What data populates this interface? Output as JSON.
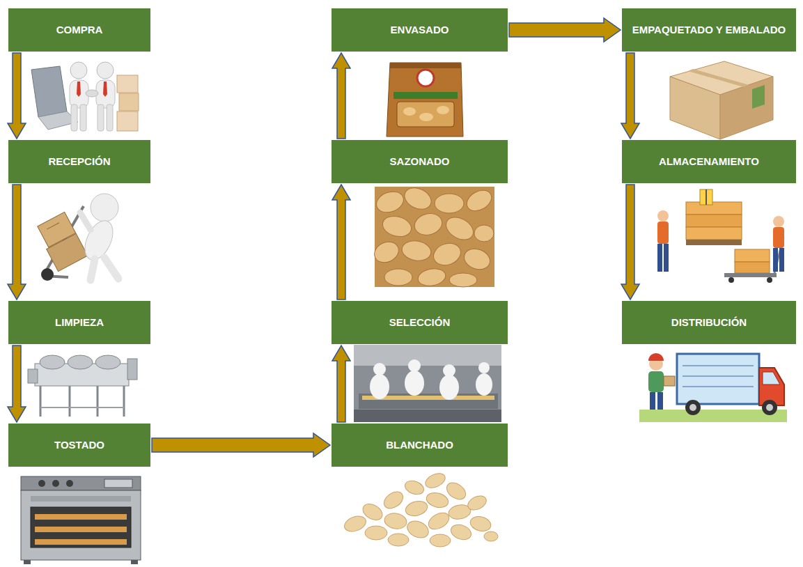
{
  "diagram": {
    "nodes": [
      {
        "text": [
          "COMPRA"
        ]
      },
      {
        "text": [
          "RECEPCIÓN"
        ]
      },
      {
        "text": [
          "LIMPIEZA"
        ]
      },
      {
        "text": [
          "TOSTADO"
        ]
      },
      {
        "text": [
          "BLANCHADO"
        ]
      },
      {
        "text": [
          "SELECCIÓN"
        ]
      },
      {
        "text": [
          "SAZONADO"
        ]
      },
      {
        "text": [
          "ENVASADO"
        ]
      },
      {
        "text": [
          "EMPAQUETADO Y EMBALADO"
        ]
      },
      {
        "text": [
          "ALMACENAMIENTO"
        ]
      },
      {
        "text": [
          "DISTRIBUCIÓN"
        ]
      }
    ],
    "edges": [
      {
        "from": 0,
        "to": 1,
        "arrow": "to"
      },
      {
        "from": 1,
        "to": 2,
        "arrow": "to"
      },
      {
        "from": 2,
        "to": 3,
        "arrow": "to"
      },
      {
        "from": 3,
        "to": 4,
        "arrow": "to"
      },
      {
        "from": 4,
        "to": 5,
        "arrow": "to"
      },
      {
        "from": 5,
        "to": 6,
        "arrow": "to"
      },
      {
        "from": 6,
        "to": 7,
        "arrow": "to"
      },
      {
        "from": 7,
        "to": 8,
        "arrow": "to"
      },
      {
        "from": 8,
        "to": 9,
        "arrow": "to"
      },
      {
        "from": 9,
        "to": 10,
        "arrow": "to"
      }
    ]
  }
}
